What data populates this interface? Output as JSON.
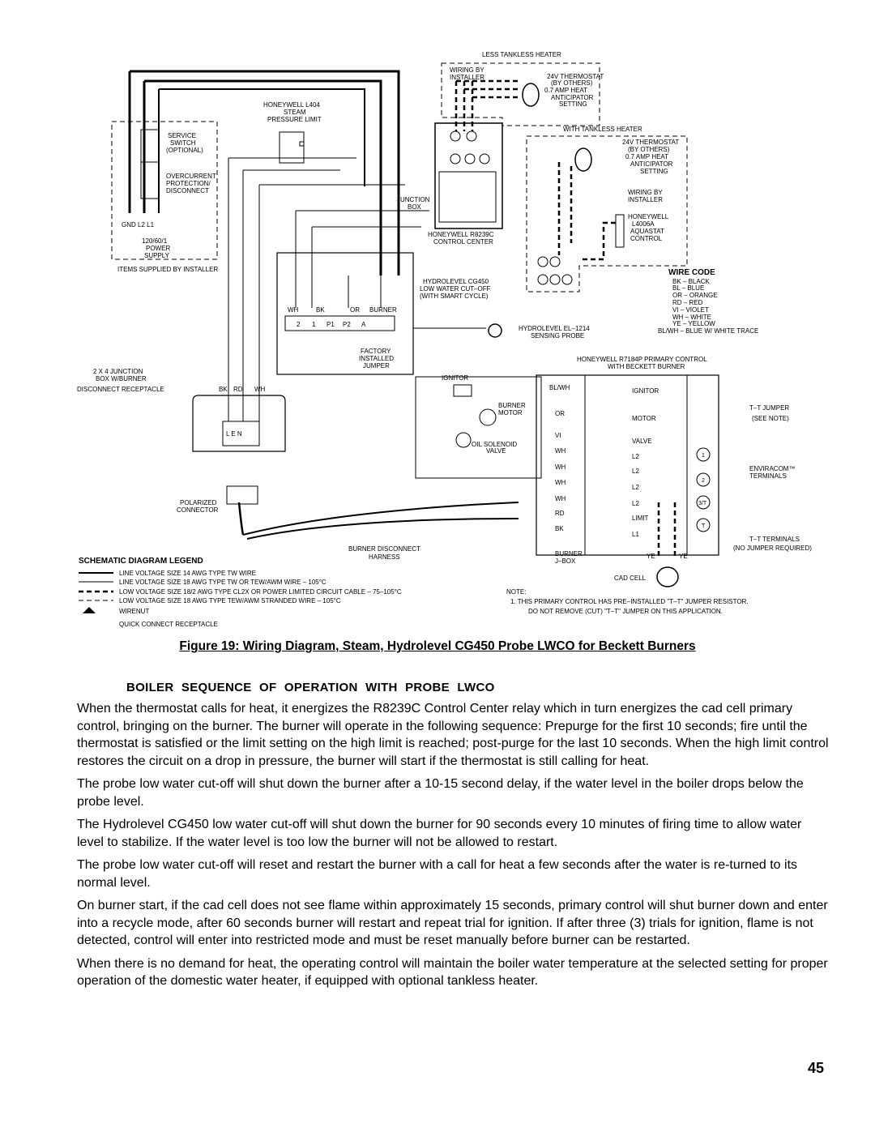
{
  "diagram": {
    "less_tankless": "LESS TANKLESS HEATER",
    "with_tankless": "WITH TANKLESS HEATER",
    "wiring_by_installer": [
      "WIRING BY",
      "INSTALLER"
    ],
    "wiring_by_installer_2": [
      "WIRING BY",
      "INSTALLER"
    ],
    "thermostat": [
      "24V THERMOSTAT",
      "(BY OTHERS)",
      "0.7 AMP HEAT",
      "ANTICIPATOR",
      "SETTING"
    ],
    "thermostat_2": [
      "24V THERMOSTAT",
      "(BY OTHERS)",
      "0.7 AMP HEAT",
      "ANTICIPATOR",
      "SETTING"
    ],
    "l404": [
      "HONEYWELL  L404",
      "STEAM",
      "PRESSURE  LIMIT"
    ],
    "service_switch": [
      "SERVICE",
      "SWITCH",
      "(OPTIONAL)"
    ],
    "overcurrent": [
      "OVERCURRENT",
      "PROTECTION/",
      "DISCONNECT"
    ],
    "gnd": "GND L2  L1",
    "power_supply": [
      "120/60/1",
      "POWER",
      "SUPPLY"
    ],
    "items_supplied": "ITEMS SUPPLIED BY INSTALLER",
    "junction_box": [
      "JUNCTION",
      "BOX"
    ],
    "r8239c": [
      "HONEYWELL  R8239C",
      "CONTROL CENTER"
    ],
    "l4006a": [
      "HONEYWELL",
      "L4006A",
      "AQUASTAT",
      "CONTROL"
    ],
    "wire_code_title": "WIRE CODE",
    "wire_codes": [
      "BK  –  BLACK",
      "BL  –  BLUE",
      "OR  –  ORANGE",
      "RD  –  RED",
      "VI  –  VIOLET",
      "WH  –  WHITE",
      "YE  –  YELLOW",
      "BL/WH  –  BLUE W/ WHITE TRACE"
    ],
    "cg450": [
      "HYDROLEVEL  CG450",
      "LOW WATER CUT–OFF",
      "(WITH SMART CYCLE)"
    ],
    "cg450_wires": [
      "WH",
      "BK",
      "OR",
      "BURNER"
    ],
    "cg450_terminals": [
      "2",
      "1",
      "P1",
      "P2",
      "A"
    ],
    "factory_jumper": [
      "FACTORY",
      "INSTALLED",
      "JUMPER"
    ],
    "el1214": [
      "HYDROLEVEL  EL–1214",
      "SENSING  PROBE"
    ],
    "r7184p": [
      "HONEYWELL  R7184P  PRIMARY  CONTROL",
      "WITH  BECKETT  BURNER"
    ],
    "junction_2x4": [
      "2  X  4  JUNCTION",
      "BOX W/BURNER",
      "DISCONNECT RECEPTACLE"
    ],
    "len": "L  E  N",
    "bk_rd_wh": [
      "BK",
      "RD",
      "WH"
    ],
    "polarized": [
      "POLARIZED",
      "CONNECTOR"
    ],
    "harness": [
      "BURNER DISCONNECT",
      "HARNESS"
    ],
    "ignitor": "IGNITOR",
    "burner_motor": [
      "BURNER",
      "MOTOR"
    ],
    "oil_solenoid": [
      "OIL SOLENOID",
      "VALVE"
    ],
    "left_wires": [
      "BL/WH",
      "OR",
      "VI",
      "WH",
      "WH",
      "WH",
      "WH",
      "RD",
      "BK"
    ],
    "right_terms": [
      "IGNITOR",
      "MOTOR",
      "VALVE",
      "L2",
      "L2",
      "L2",
      "L2",
      "LIMIT",
      "L1"
    ],
    "burner_jbox": [
      "BURNER",
      "J–BOX"
    ],
    "cad_cell": "CAD  CELL",
    "ye": "YE",
    "tt_jumper": [
      "T–T  JUMPER",
      "(SEE  NOTE)"
    ],
    "enviracom": [
      "ENVIRACOM™",
      "TERMINALS"
    ],
    "tt_terminals": [
      "T–T  TERMINALS",
      "(NO  JUMPER  REQUIRED)"
    ],
    "enviracom_terms": [
      "1",
      "2",
      "3/T",
      "T"
    ],
    "legend_title": "SCHEMATIC  DIAGRAM  LEGEND",
    "legend": [
      "LINE  VOLTAGE  SIZE  14  AWG  TYPE  TW  WIRE",
      "LINE  VOLTAGE  SIZE  18  AWG  TYPE  TW  OR  TEW/AWM  WIRE  –  105°C",
      "LOW  VOLTAGE  SIZE  18/2  AWG  TYPE  CL2X  OR  POWER  LIMITED  CIRCUIT  CABLE  –  75–105°C",
      "LOW  VOLTAGE  SIZE  18  AWG  TYPE  TEW/AWM  STRANDED  WIRE  –  105°C",
      "WIRENUT",
      "QUICK  CONNECT  RECEPTACLE"
    ],
    "note": [
      "NOTE:",
      "1.  THIS  PRIMARY  CONTROL  HAS  PRE–INSTALLED  \"T–T\"  JUMPER  RESISTOR.",
      "DO  NOT  REMOVE  (CUT)  \"T–T\"  JUMPER  ON  THIS  APPLICATION."
    ]
  },
  "caption": "Figure 19:  Wiring Diagram, Steam, Hydrolevel CG450 Probe LWCO for Beckett Burners",
  "heading": "BOILER SEQUENCE OF OPERATION WITH PROBE LWCO",
  "paragraphs": [
    "When the thermostat calls for heat, it energizes the R8239C Control Center relay which in turn energizes the cad cell primary control, bringing on the burner. The burner will operate in the following sequence:  Prepurge for the first 10 seconds; fire until the thermostat is satisfied or the limit setting on the high limit is reached; post-purge for the last 10 seconds.  When the high limit control restores the circuit on a drop in pressure, the burner will start if the thermostat is still calling for heat.",
    "The probe low water cut-off will shut down the burner after a 10-15 second delay, if the water level in the boiler drops below the probe level.",
    "The Hydrolevel CG450 low water cut-off will shut down the burner for 90 seconds every 10 minutes of firing time to allow water level to stabilize.  If the water level is too low the burner will not be allowed to restart.",
    "The probe low water cut-off will reset and restart the burner with a call for heat a few seconds after the water is re-turned to its normal level.",
    "On burner start, if the cad cell does not see flame within approximately 15 seconds, primary control will shut burner down and enter into a recycle mode, after 60 seconds burner will restart and repeat trial for ignition.  If after three (3) trials for ignition, flame is not detected, control will enter into restricted mode and must be reset manually before burner can be restarted.",
    "When there is no demand for heat, the operating control will maintain the boiler water temperature at the selected setting for proper operation of the domestic water heater, if equipped with optional tankless heater."
  ],
  "page_number": "45"
}
